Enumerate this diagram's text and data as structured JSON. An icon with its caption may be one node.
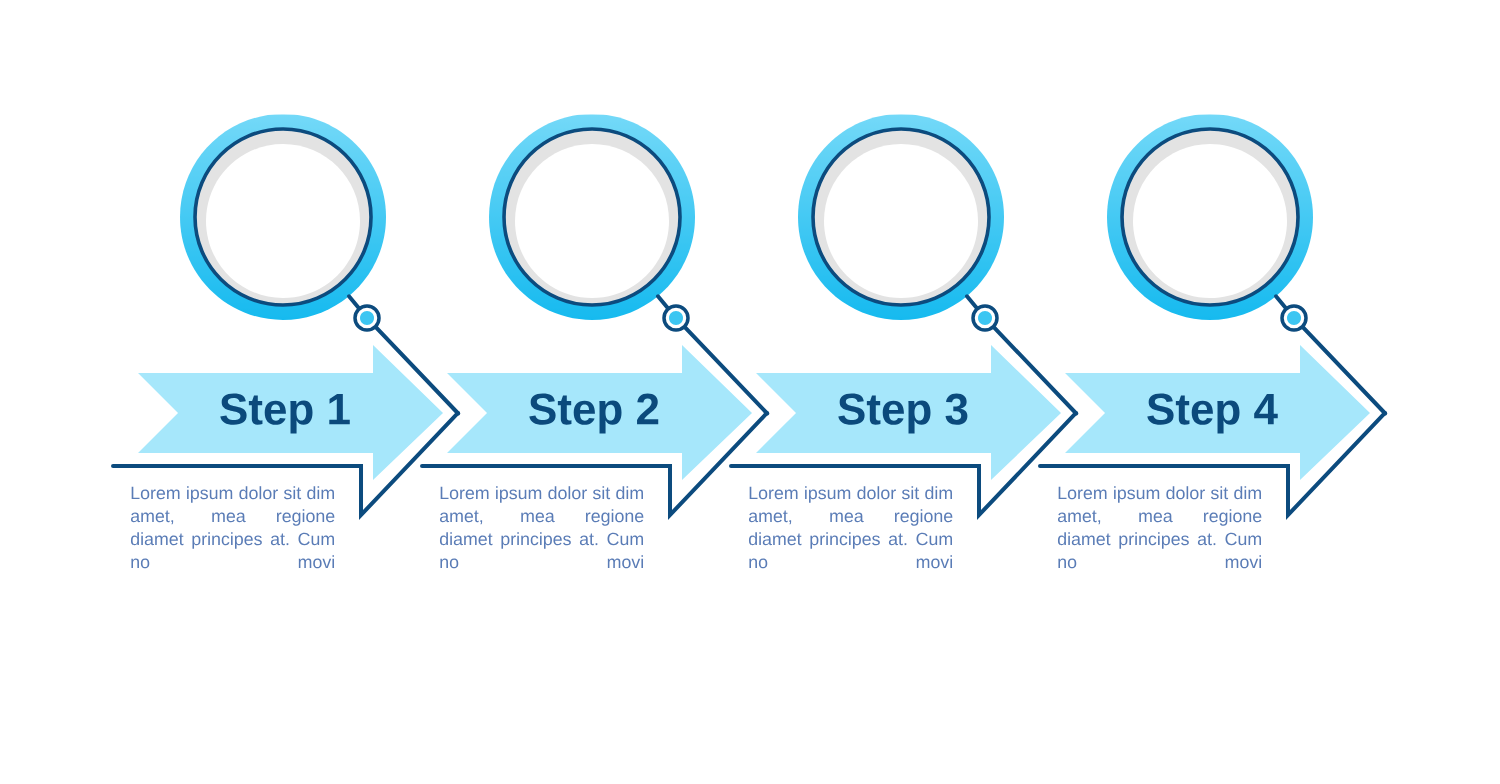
{
  "diagram": {
    "nodes": [
      {
        "text": [],
        "shape": "circle"
      },
      {
        "text": [
          "Step 1"
        ],
        "beside": [
          "Lorem ipsum dolor sit dim amet, mea regione diamet principes at. Cum no movi"
        ]
      },
      {
        "text": [],
        "shape": "circle"
      },
      {
        "text": [
          "Step 2"
        ],
        "beside": [
          "Lorem ipsum dolor sit dim amet, mea regione diamet principes at. Cum no movi"
        ]
      },
      {
        "text": [],
        "shape": "circle"
      },
      {
        "text": [
          "Step 3"
        ],
        "beside": [
          "Lorem ipsum dolor sit dim amet, mea regione diamet principes at. Cum no movi"
        ]
      },
      {
        "text": [],
        "shape": "circle"
      },
      {
        "text": [
          "Step 4"
        ],
        "beside": [
          "Lorem ipsum dolor sit dim amet, mea regione diamet principes at. Cum no movi"
        ]
      }
    ],
    "edges": [
      {
        "from": 0,
        "to": 1,
        "arrow": "none"
      },
      {
        "from": 2,
        "to": 3,
        "arrow": "none"
      },
      {
        "from": 4,
        "to": 5,
        "arrow": "none"
      },
      {
        "from": 6,
        "to": 7,
        "arrow": "none"
      }
    ]
  }
}
